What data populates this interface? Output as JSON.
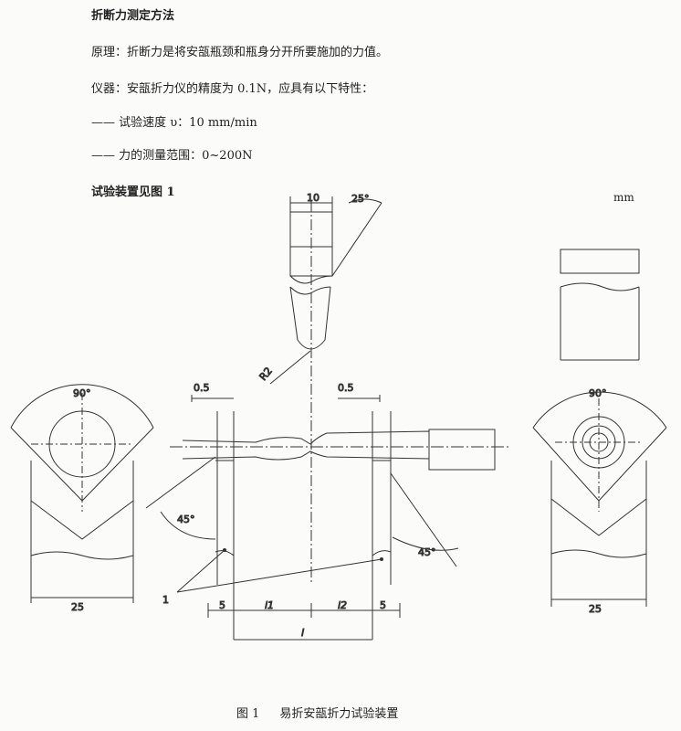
{
  "header": {
    "title": "折断力测定方法",
    "principle": "原理：折断力是将安瓿瓶颈和瓶身分开所要施加的力值。",
    "instrument": "仪器：安瓿折力仪的精度为 0.1N，应具有以下特性：",
    "item1": "—— 试验速度 υ：10 mm/min",
    "item2": "—— 力的测量范围：0~200N",
    "ref": "试验装置见图 1"
  },
  "figure": {
    "unit": "mm",
    "caption_num": "图 1",
    "caption_text": "易折安瓿折力试验装置",
    "labels": {
      "top_width": "10",
      "top_angle": "25°",
      "radius": "R2",
      "left_angle": "90°",
      "right_angle": "90°",
      "left_gap": "0.5",
      "right_gap": "0.5",
      "left_45": "45°",
      "right_45": "45°",
      "left_width": "25",
      "right_width": "25",
      "callout": "1",
      "dim_s_left": "5",
      "dim_l1": "l1",
      "dim_l2": "l2",
      "dim_s_right": "5",
      "dim_l": "l"
    }
  }
}
